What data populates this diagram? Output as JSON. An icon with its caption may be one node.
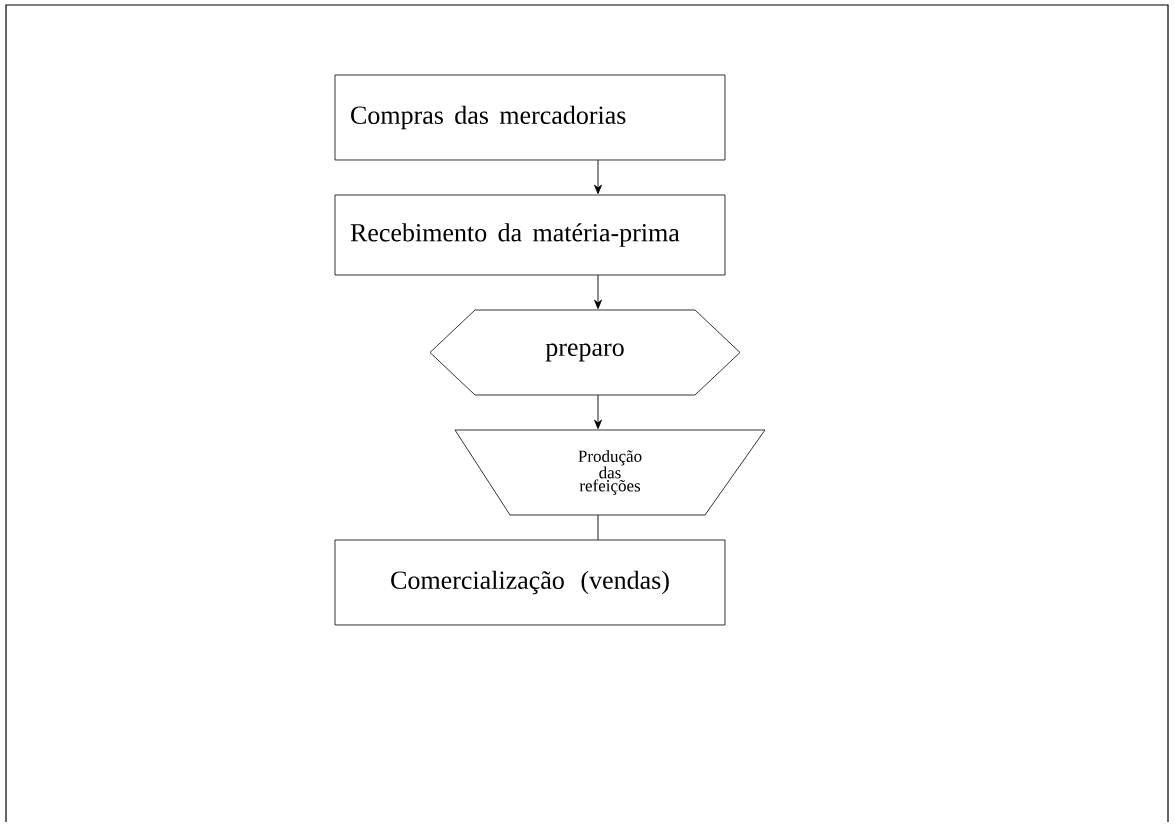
{
  "diagram": {
    "nodes": [
      {
        "text": [
          "Compras das mercadorias"
        ]
      },
      {
        "text": [
          "Recebimento da matéria-prima"
        ]
      },
      {
        "text": [
          "preparo"
        ]
      },
      {
        "text": [
          "Produção das refeições"
        ]
      },
      {
        "text": [
          "Comercialização (vendas)"
        ]
      }
    ],
    "edges": [
      {
        "from": 0,
        "to": 1,
        "arrow": "to"
      },
      {
        "from": 1,
        "to": 2,
        "arrow": "to"
      },
      {
        "from": 2,
        "to": 3,
        "arrow": "to"
      },
      {
        "from": 3,
        "to": 4,
        "arrow": "none"
      }
    ]
  }
}
